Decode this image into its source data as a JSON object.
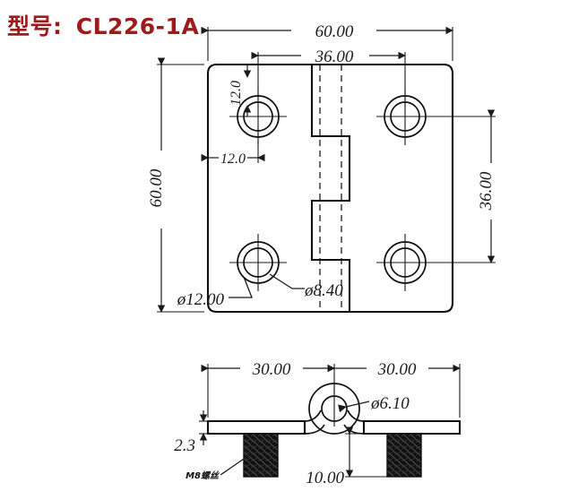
{
  "document": {
    "type": "engineering-drawing",
    "title_label": "型号:",
    "model_number": "CL226-1A",
    "title_full": "型号: CL226-1A",
    "title_color": "#9e1b1b",
    "line_color": "#101010",
    "background": "#ffffff"
  },
  "front_view": {
    "name": "hinge-front-view",
    "dimensions": {
      "overall_width": "60.00",
      "overall_height": "60.00",
      "hole_spacing_horizontal": "36.00",
      "hole_spacing_vertical": "36.00",
      "edge_offset_top": "12.0",
      "edge_offset_left": "12.0",
      "counterbore_diameter": "ø12.00",
      "through_hole_diameter": "ø8.40"
    }
  },
  "section_view": {
    "name": "hinge-section-view",
    "dimensions": {
      "left_half_width": "30.00",
      "right_half_width": "30.00",
      "pin_hole_diameter": "ø6.10",
      "plate_thickness": "2.3",
      "stud_length": "10.00"
    },
    "annotations": {
      "stud_label": "M8螺丝"
    }
  }
}
